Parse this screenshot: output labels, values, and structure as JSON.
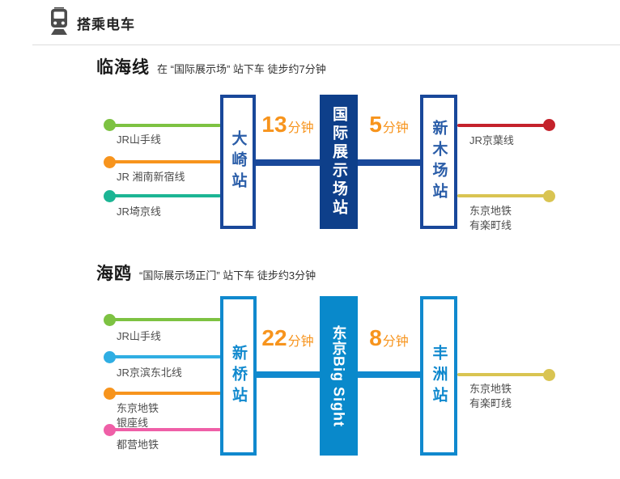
{
  "header": {
    "title": "搭乘电车",
    "icon": "train-icon",
    "icon_color": "#4d4d4d"
  },
  "accent_color": "#F7941D",
  "sections": [
    {
      "title": "临海线",
      "subtitle": "在 “国际展示场” 站下车 徒步约7分钟",
      "theme": {
        "border": "#19489A",
        "fill": "#0E3F8A",
        "station_text": "#2A5DA8"
      },
      "stations": {
        "left": "大崎站",
        "center": "国际展示场站",
        "right": "新木场站"
      },
      "durations": [
        {
          "value": "13",
          "unit": "分钟"
        },
        {
          "value": "5",
          "unit": "分钟"
        }
      ],
      "left_lines": [
        {
          "label": "JR山手线",
          "label2": "",
          "color": "#7DC242"
        },
        {
          "label": "JR 湘南新宿线",
          "label2": "",
          "color": "#F7941D"
        },
        {
          "label": "JR埼京线",
          "label2": "",
          "color": "#1CB594"
        }
      ],
      "right_lines": [
        {
          "label": "JR京葉线",
          "label2": "",
          "color": "#C4222B"
        },
        {
          "label": "东京地铁",
          "label2": "有楽町线",
          "color": "#D9C452"
        }
      ]
    },
    {
      "title": "海鸥",
      "subtitle": "“国际展示场正门” 站下车 徒步约3分钟",
      "theme": {
        "border": "#1089CE",
        "fill": "#0989CB",
        "station_text": "#1089CE"
      },
      "stations": {
        "left": "新桥站",
        "center": "东京Big Sight",
        "right": "丰洲站"
      },
      "durations": [
        {
          "value": "22",
          "unit": "分钟"
        },
        {
          "value": "8",
          "unit": "分钟"
        }
      ],
      "left_lines": [
        {
          "label": "JR山手线",
          "label2": "",
          "color": "#7DC242"
        },
        {
          "label": "JR京滨东北线",
          "label2": "",
          "color": "#2FAEE3"
        },
        {
          "label": "东京地铁",
          "label2": "银座线",
          "color": "#F7941D"
        },
        {
          "label": "都营地铁",
          "label2": "",
          "color": "#EF5FA7"
        }
      ],
      "right_lines": [
        {
          "label": "东京地铁",
          "label2": "有楽町线",
          "color": "#D9C452"
        }
      ]
    }
  ]
}
